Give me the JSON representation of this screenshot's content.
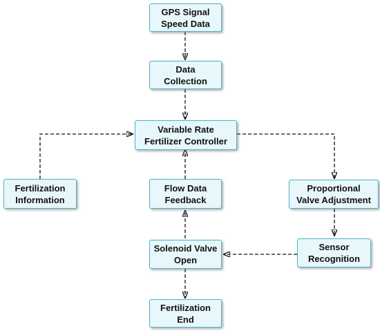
{
  "nodes": {
    "gps": "GPS Signal\nSpeed Data",
    "collection": "Data\nCollection",
    "controller": "Variable Rate\nFertilizer  Controller",
    "fert_info": "Fertilization\nInformation",
    "flow": "Flow Data\nFeedback",
    "proportional": "Proportional\nValve  Adjustment",
    "solenoid": "Solenoid Valve\nOpen",
    "sensor": "Sensor\nRecognition",
    "end": "Fertilization\nEnd"
  },
  "colors": {
    "box_fill": "#e8f7fb",
    "box_border": "#4bb3c8",
    "arrow": "#111111"
  }
}
